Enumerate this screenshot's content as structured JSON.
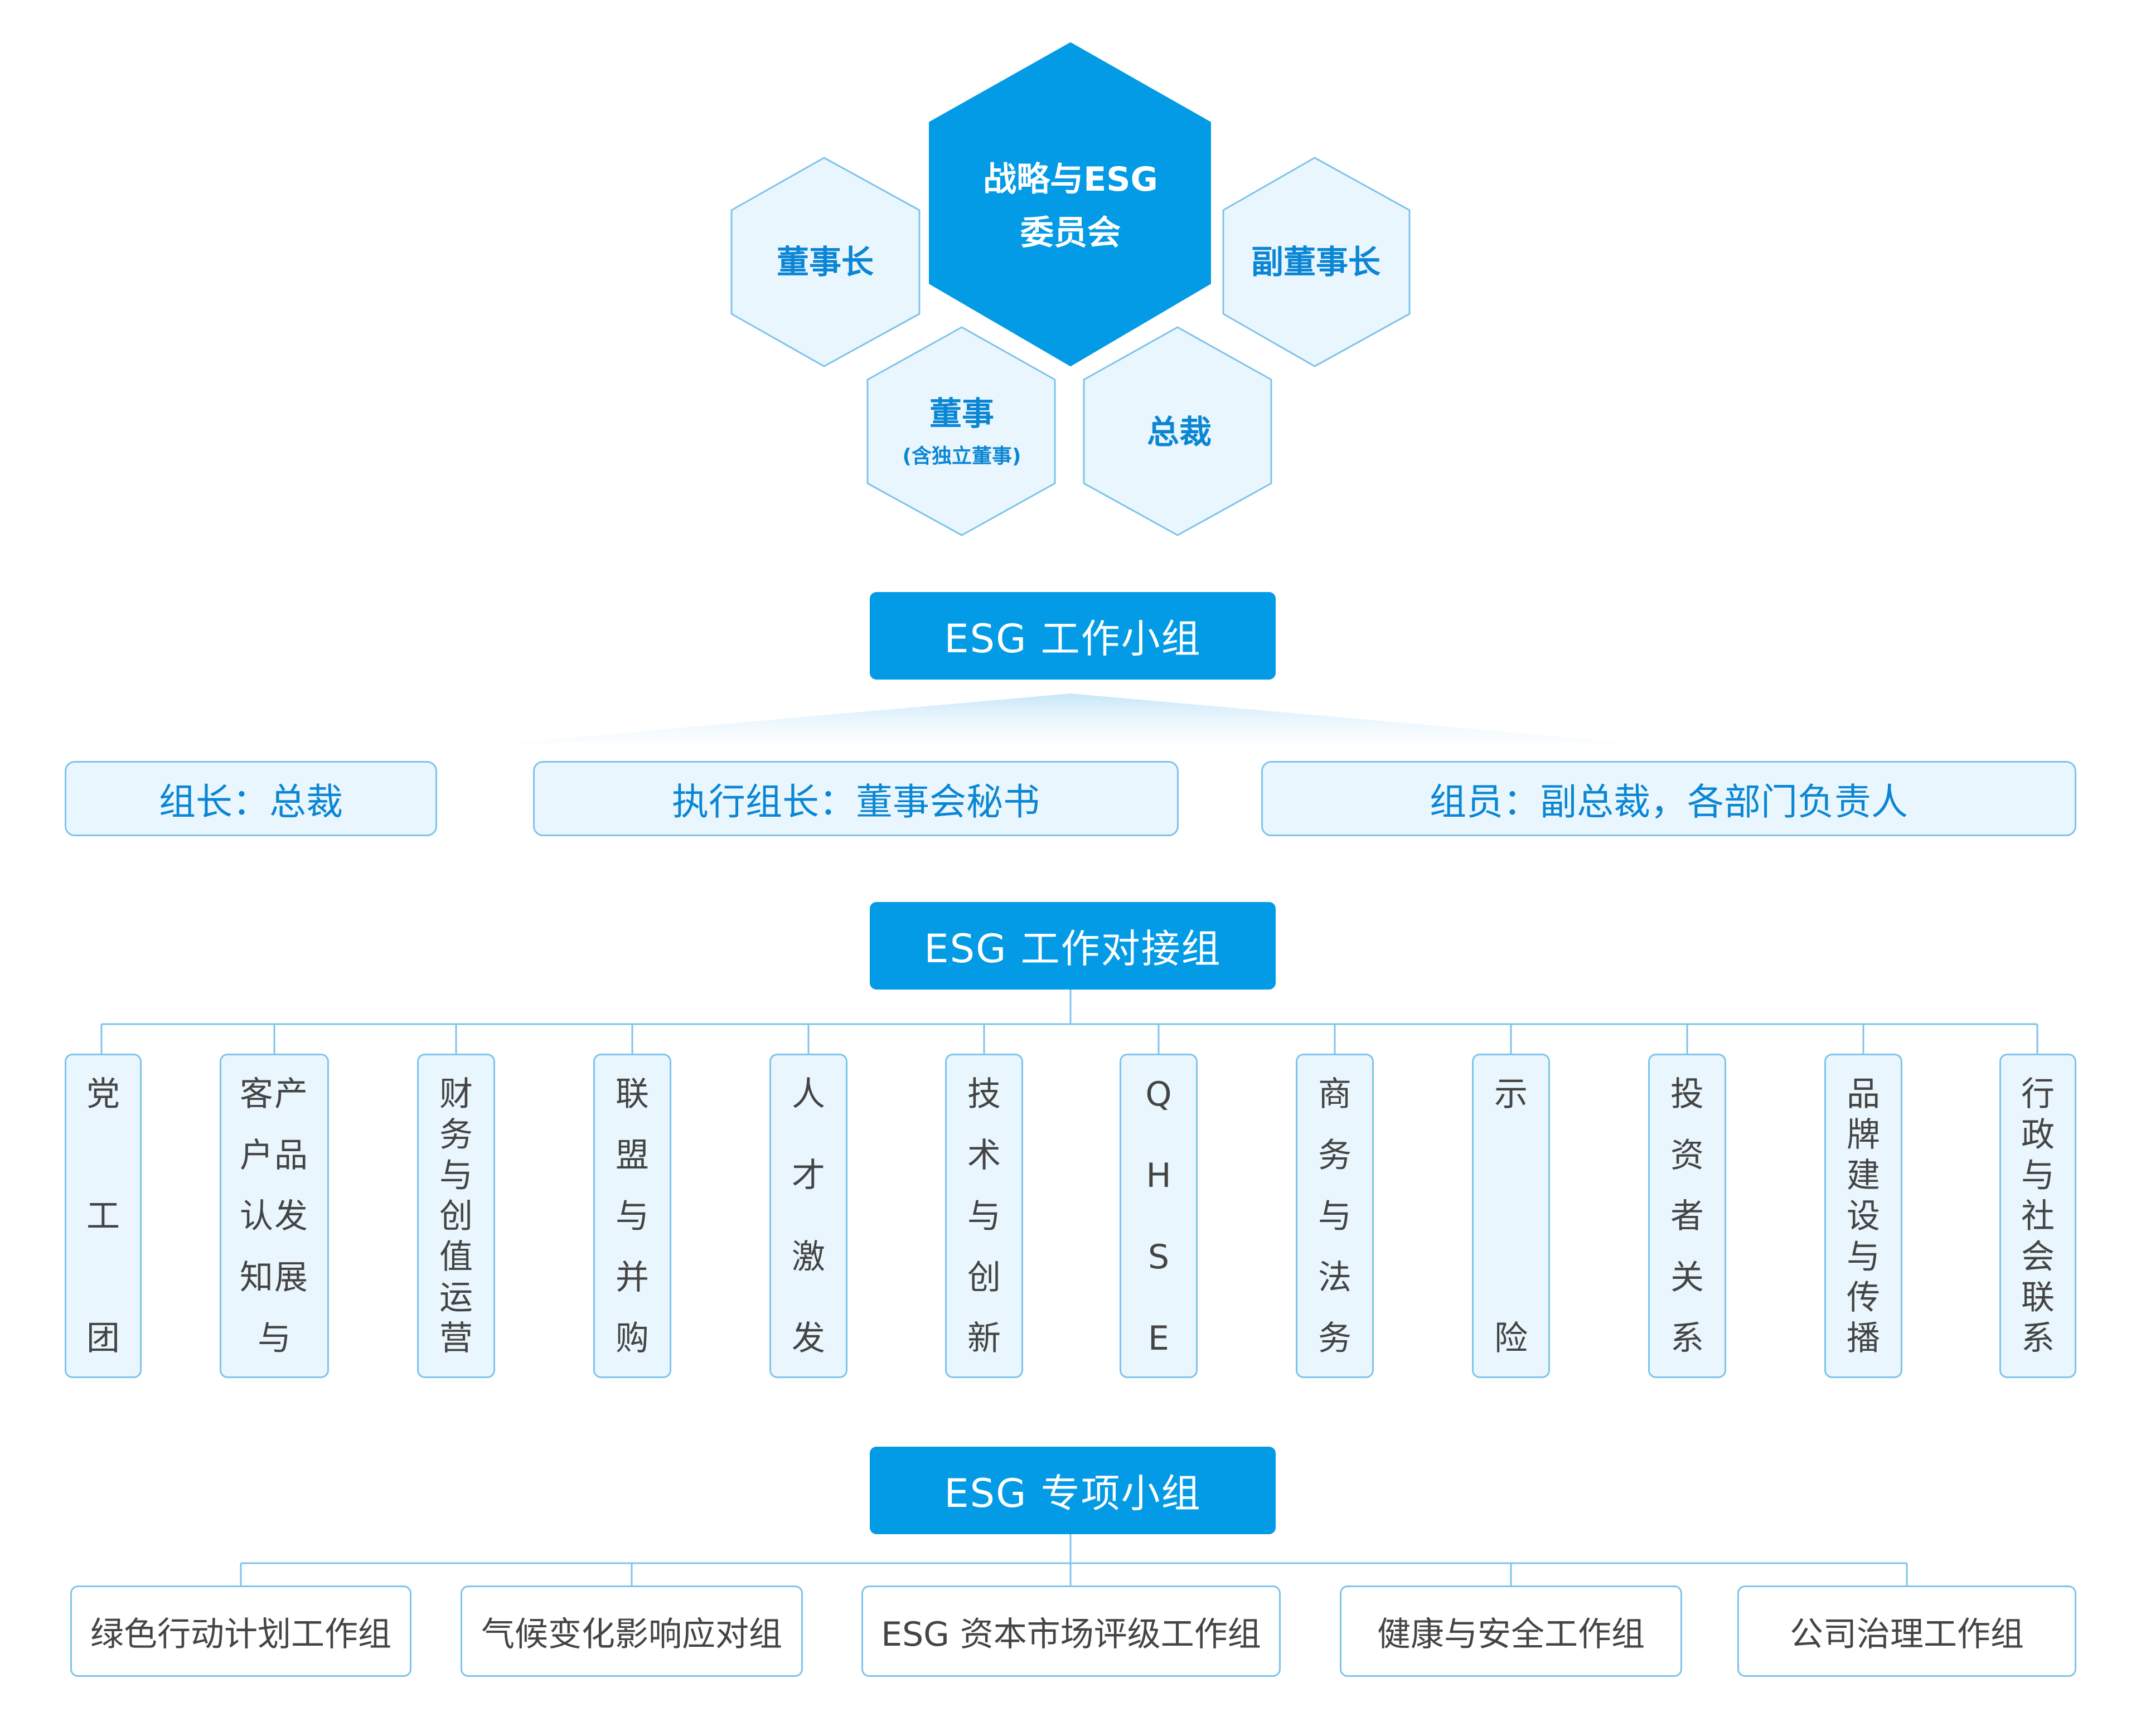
{
  "committee": {
    "main": {
      "line1": "战略与ESG",
      "line2": "委员会"
    },
    "chairman": "董事长",
    "vice_chairman": "副董事长",
    "director": {
      "title": "董事",
      "note": "(含独立董事)"
    },
    "president": "总裁"
  },
  "working_group": {
    "title": "ESG 工作小组",
    "roles": [
      "组长：总裁",
      "执行组长：董事会秘书",
      "组员：副总裁，各部门负责人"
    ]
  },
  "liaison_group": {
    "title": "ESG 工作对接组",
    "columns": [
      [
        "党",
        "工",
        "团"
      ],
      [
        "客产",
        "户品",
        "认发",
        "知展",
        "与"
      ],
      [
        "财",
        "务",
        "与",
        "创",
        "值",
        "运",
        "营"
      ],
      [
        "联",
        "盟",
        "与",
        "并",
        "购"
      ],
      [
        "人",
        "才",
        "激",
        "发"
      ],
      [
        "技",
        "术",
        "与",
        "创",
        "新"
      ],
      [
        "Q",
        "H",
        "S",
        "E"
      ],
      [
        "商",
        "务",
        "与",
        "法",
        "务"
      ],
      [
        "示",
        "险"
      ],
      [
        "投",
        "资",
        "者",
        "关",
        "系"
      ],
      [
        "品",
        "牌",
        "建",
        "设",
        "与",
        "传",
        "播"
      ],
      [
        "行",
        "政",
        "与",
        "社",
        "会",
        "联",
        "系"
      ]
    ]
  },
  "special_group": {
    "title": "ESG 专项小组",
    "items": [
      "绿色行动计划工作组",
      "气候变化影响应对组",
      "ESG 资本市场评级工作组",
      "健康与安全工作组",
      "公司治理工作组"
    ]
  },
  "colors": {
    "primary": "#039be5",
    "light": "#eaf6fd",
    "border": "#7ec4ec",
    "text_blue": "#0a86d4",
    "text_gray": "#444444"
  }
}
